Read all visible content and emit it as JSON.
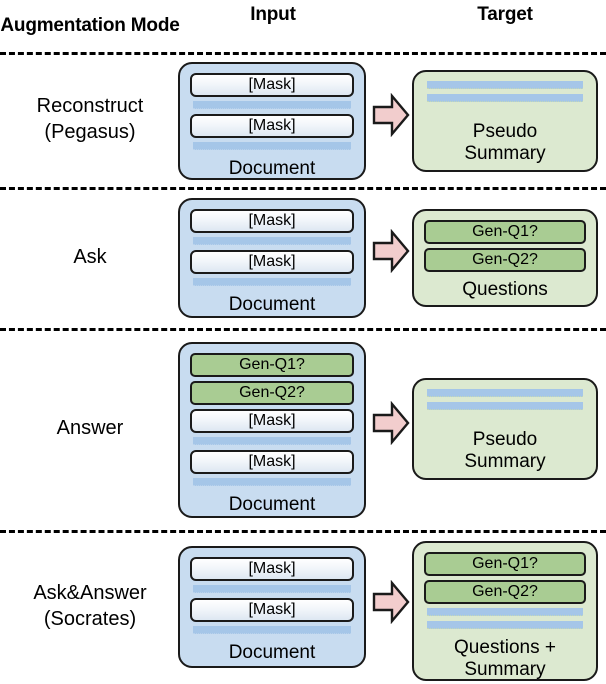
{
  "figure": {
    "title": "Augmentation modes: Input to Target",
    "colors": {
      "input_box": "#c8dcf0",
      "target_box": "#dce9d0",
      "mask_pill": "#eef3f9",
      "question_pill": "#a9cc93",
      "text_bar": "#a5c6e8",
      "arrow": "#f2cdcd",
      "outline": "#1a1a1a",
      "background": "#ffffff"
    }
  },
  "header": {
    "mode": "Augmentation\nMode",
    "input": "Input",
    "target": "Target"
  },
  "labels": {
    "mask": "[Mask]",
    "gen_q1": "Gen-Q1?",
    "gen_q2": "Gen-Q2?",
    "document": "Document",
    "pseudo_summary": "Pseudo\nSummary",
    "questions": "Questions",
    "questions_summary": "Questions +\nSummary",
    "arrow_icon": "right-arrow-icon"
  },
  "rows": [
    {
      "id": "reconstruct",
      "mode": "Reconstruct\n(Pegasus)",
      "input": {
        "caption": "Document",
        "items": [
          {
            "type": "mask",
            "text": "[Mask]"
          },
          {
            "type": "bar"
          },
          {
            "type": "mask",
            "text": "[Mask]"
          },
          {
            "type": "bar"
          }
        ]
      },
      "target": {
        "caption": "Pseudo\nSummary",
        "items": [
          {
            "type": "bar"
          },
          {
            "type": "bar"
          }
        ]
      }
    },
    {
      "id": "ask",
      "mode": "Ask",
      "input": {
        "caption": "Document",
        "items": [
          {
            "type": "mask",
            "text": "[Mask]"
          },
          {
            "type": "bar"
          },
          {
            "type": "mask",
            "text": "[Mask]"
          },
          {
            "type": "bar"
          }
        ]
      },
      "target": {
        "caption": "Questions",
        "items": [
          {
            "type": "question",
            "text": "Gen-Q1?"
          },
          {
            "type": "question",
            "text": "Gen-Q2?"
          }
        ]
      }
    },
    {
      "id": "answer",
      "mode": "Answer",
      "input": {
        "caption": "Document",
        "items": [
          {
            "type": "question",
            "text": "Gen-Q1?"
          },
          {
            "type": "question",
            "text": "Gen-Q2?"
          },
          {
            "type": "mask",
            "text": "[Mask]"
          },
          {
            "type": "bar"
          },
          {
            "type": "mask",
            "text": "[Mask]"
          },
          {
            "type": "bar"
          }
        ]
      },
      "target": {
        "caption": "Pseudo\nSummary",
        "items": [
          {
            "type": "bar"
          },
          {
            "type": "bar"
          }
        ]
      }
    },
    {
      "id": "ask-and-answer",
      "mode": "Ask&Answer\n(Socrates)",
      "input": {
        "caption": "Document",
        "items": [
          {
            "type": "mask",
            "text": "[Mask]"
          },
          {
            "type": "bar"
          },
          {
            "type": "mask",
            "text": "[Mask]"
          },
          {
            "type": "bar"
          }
        ]
      },
      "target": {
        "caption": "Questions +\nSummary",
        "items": [
          {
            "type": "question",
            "text": "Gen-Q1?"
          },
          {
            "type": "question",
            "text": "Gen-Q2?"
          },
          {
            "type": "bar"
          },
          {
            "type": "bar"
          }
        ]
      }
    }
  ]
}
